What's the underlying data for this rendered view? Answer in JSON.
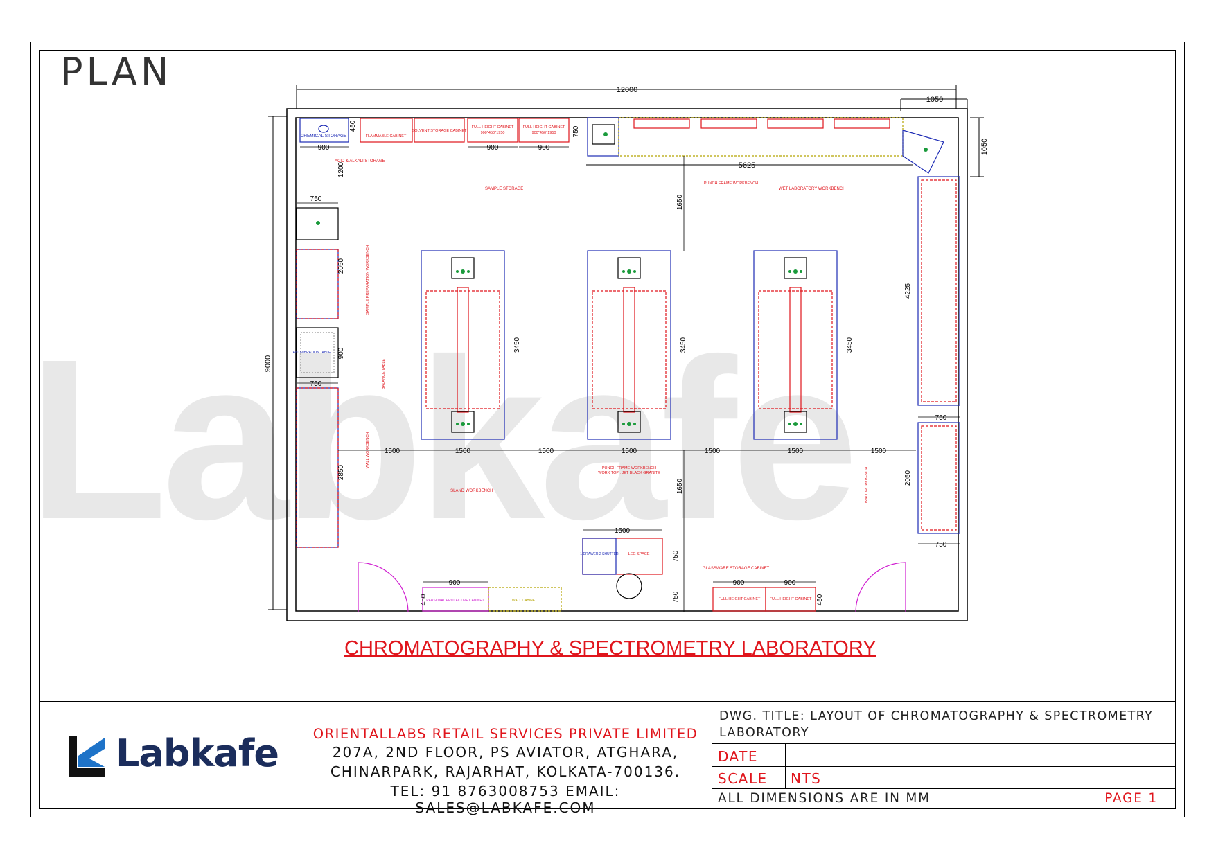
{
  "drawing": {
    "heading": "PLAN",
    "lab_title": "CHROMATOGRAPHY & SPECTROMETRY  LABORATORY",
    "watermark": "Labkafe",
    "dimensions": {
      "overall_width": "12000",
      "overall_depth": "9000",
      "top_right_width": "1050",
      "top_right_depth": "1050",
      "top_run": "5625",
      "wall_depth_top": "450",
      "wall_depth_top_2": "750",
      "cabinet_width_a": "900",
      "cabinet_width_b": "900",
      "cabinet_width_c": "900",
      "left_depth_1": "1200",
      "left_width_1": "750",
      "left_run_1": "2050",
      "left_run_2": "900",
      "left_width_2": "750",
      "left_run_3": "2850",
      "island_length": "3450",
      "island_gap_top": "1650",
      "island_gap_bottom": "1650",
      "island_width": "1500",
      "aisle": "1500",
      "right_run_1": "4225",
      "right_width_1": "750",
      "right_run_2": "2050",
      "right_width_2": "750",
      "bottom_table_width": "1500",
      "bottom_table_depth": "750",
      "bottom_depth_2": "750",
      "bottom_cab_1": "900",
      "bottom_cab_2": "900",
      "bottom_cab_3": "900",
      "bottom_depth_3": "450",
      "bottom_depth_4": "450"
    },
    "labels": {
      "chemical_storage": "CHEMICAL STORAGE",
      "flammable_cabinet": "FLAMMABLE CABINET",
      "solvent_storage": "SOLVENT STORAGE CABINET",
      "full_height_cabinet": "FULL HEIGHT CABINET",
      "full_height_size": "900*450*1950",
      "acid_alkali": "ACID & ALKALI STORAGE",
      "sample_storage": "SAMPLE STORAGE",
      "wet_lab_workbench": "WET LABORATORY WORKBENCH",
      "island_workbench": "ISLAND WORKBENCH",
      "glassware_storage": "GLASSWARE STORAGE CABINET",
      "balance_table": "BALANCE TABLE",
      "anti_vibration": "ANTIVIBRATION TABLE",
      "leg_space": "LEG SPACE",
      "drawer_shutter": "1 DRAWER 2 SHUTTER",
      "wall_workbench": "WALL WORKBENCH",
      "sample_prep": "SAMPLE PREPARATION WORKBENCH",
      "ppe_cabinet": "PERSONAL PROTECTIVE CABINET",
      "wall_cabinet": "WALL CABINET",
      "bench_spec": "PUNCH FRAME WORKBENCH",
      "worktop": "WORK TOP : JET BLACK GRANITE"
    }
  },
  "title_block": {
    "logo_text": "Labkafe",
    "company": "ORIENTALLABS RETAIL SERVICES PRIVATE LIMITED",
    "address_1": "207A, 2ND FLOOR, PS AVIATOR, ATGHARA,",
    "address_2": "CHINARPARK, RAJARHAT, KOLKATA-700136.",
    "address_3": "TEL: 91 8763008753 EMAIL: SALES@LABKAFE.COM",
    "dwg_title": "DWG. TITLE: LAYOUT OF CHROMATOGRAPHY & SPECTROMETRY LABORATORY",
    "date_label": "DATE",
    "date_value": "",
    "scale_label": "SCALE",
    "scale_value": "NTS",
    "all_dims": "ALL DIMENSIONS ARE IN MM",
    "page": "PAGE 1"
  },
  "colors": {
    "red": "#e0151c",
    "blue": "#1d2bb5",
    "magenta": "#d01fd0",
    "olive": "#b5a300",
    "green": "#1a9a3b",
    "watermark": "#e8e8e8"
  }
}
